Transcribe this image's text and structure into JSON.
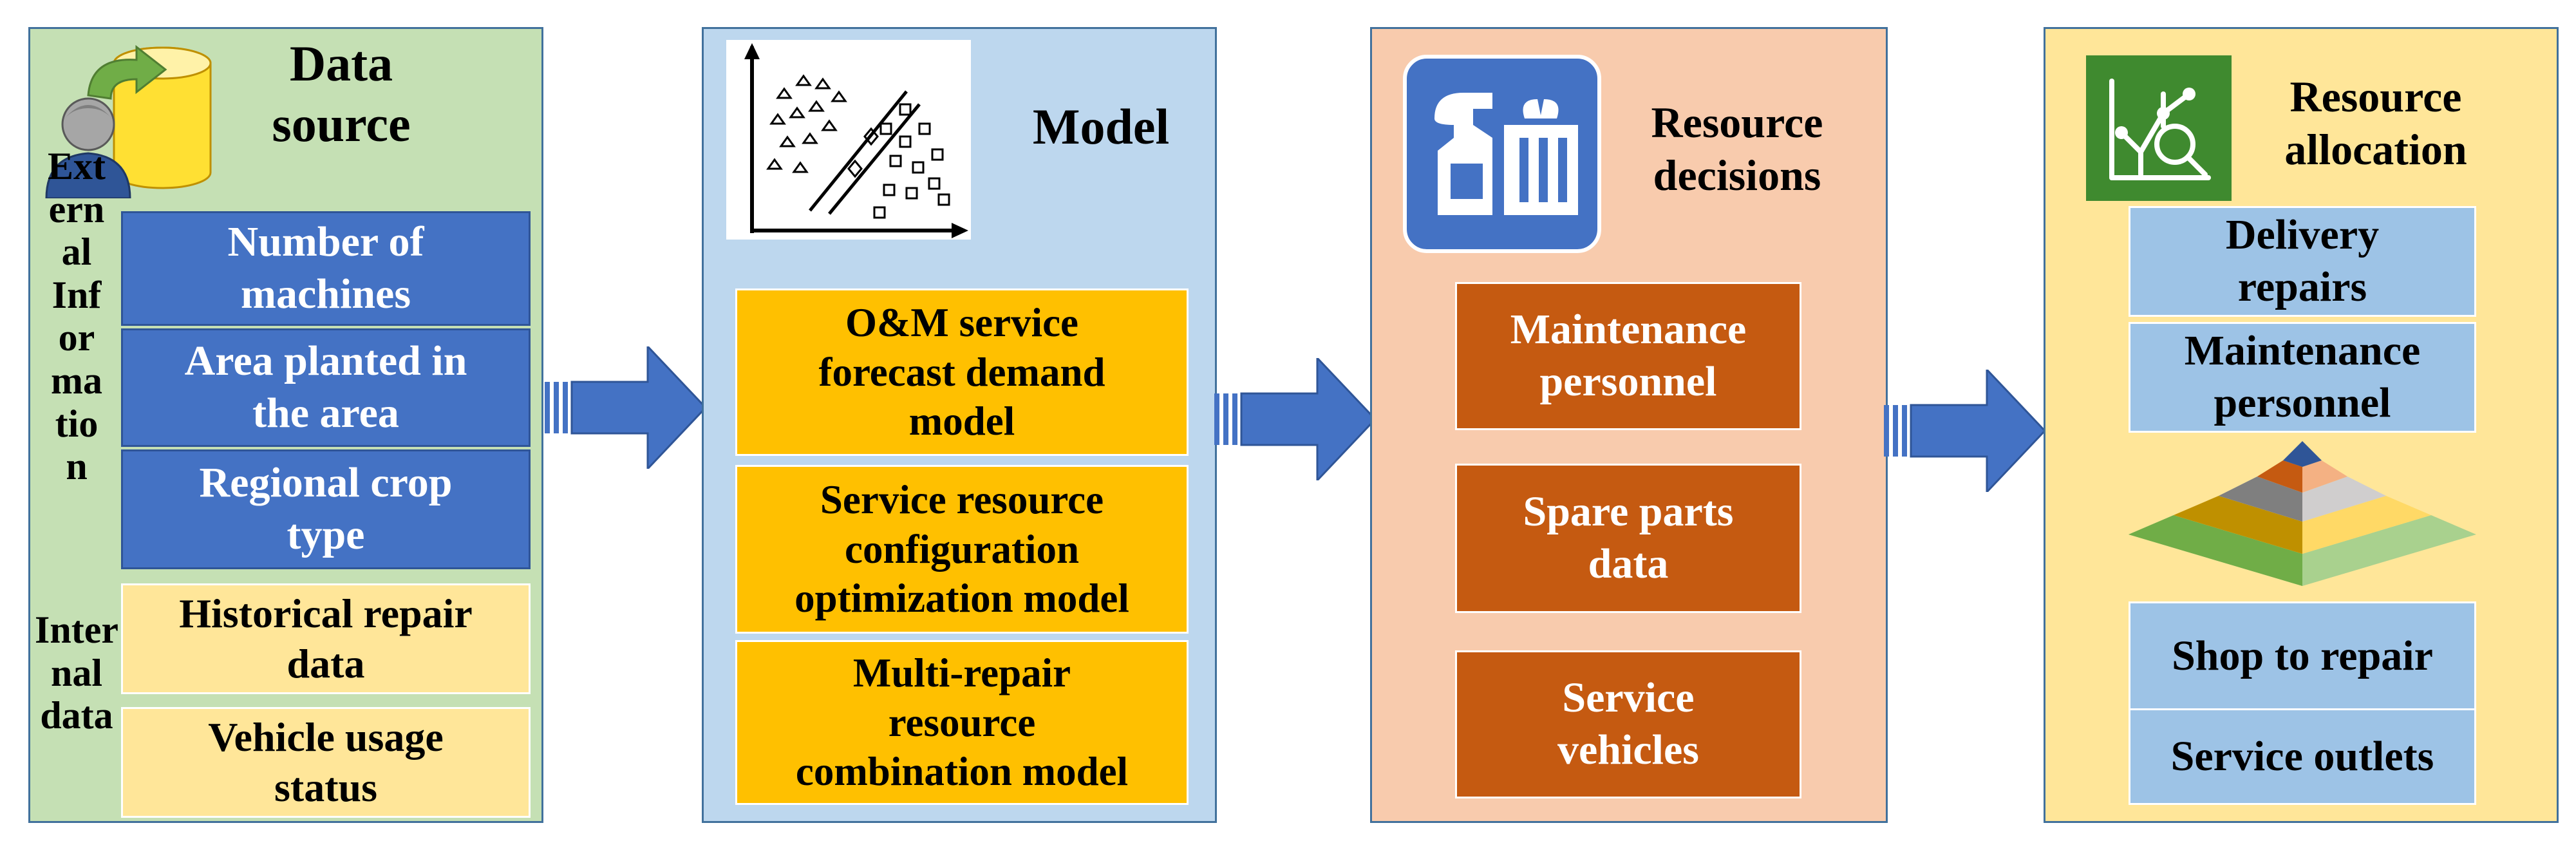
{
  "data_source": {
    "title_line1": "Data",
    "title_line2": "source",
    "external_label_lines": [
      "Ext",
      "ern",
      "al",
      "Inf",
      "or",
      "ma",
      "tio",
      "n"
    ],
    "internal_label_lines": [
      "Inter",
      "nal",
      "data"
    ],
    "external_items": [
      {
        "line1": "Number of",
        "line2": "machines"
      },
      {
        "line1": "Area planted in",
        "line2": "the area"
      },
      {
        "line1": "Regional crop",
        "line2": "type"
      }
    ],
    "internal_items": [
      {
        "line1": "Historical repair",
        "line2": "data"
      },
      {
        "line1": "Vehicle usage",
        "line2": "status"
      }
    ]
  },
  "model": {
    "title": "Model",
    "items": [
      {
        "lines": [
          "O&M service",
          "forecast demand",
          "model"
        ]
      },
      {
        "lines": [
          "Service resource",
          "configuration",
          "optimization model"
        ]
      },
      {
        "lines": [
          "Multi-repair",
          "resource",
          "combination model"
        ]
      }
    ]
  },
  "resource_decisions": {
    "title_line1": "Resource",
    "title_line2": "decisions",
    "items": [
      {
        "line1": "Maintenance",
        "line2": "personnel"
      },
      {
        "line1": "Spare parts",
        "line2": "data"
      },
      {
        "line1": "Service",
        "line2": "vehicles"
      }
    ]
  },
  "resource_allocation": {
    "title_line1": "Resource",
    "title_line2": "allocation",
    "top_items": [
      {
        "line1": "Delivery",
        "line2": "repairs"
      },
      {
        "line1": "Maintenance",
        "line2": "personnel"
      }
    ],
    "bottom_items": [
      {
        "label": "Shop to repair"
      },
      {
        "label": "Service outlets"
      }
    ]
  },
  "colors": {
    "data_source_bg": "#c5e0b4",
    "model_bg": "#bdd7ee",
    "decisions_bg": "#f8cbad",
    "allocation_bg": "#ffe699",
    "arrow": "#4472c4"
  },
  "icons": {
    "data_source": "database-user-icon",
    "model": "scatter-classification-icon",
    "decisions": "decision-tools-icon",
    "allocation": "analytics-search-icon",
    "pyramid": "layered-pyramid-icon"
  }
}
